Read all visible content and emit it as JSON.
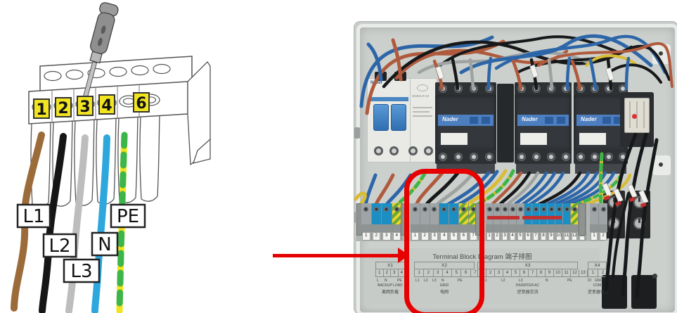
{
  "annotation": {
    "color": "#e60000"
  },
  "left_diagram": {
    "terminal_tags": [
      "1",
      "2",
      "3",
      "4",
      "6"
    ],
    "wire_labels": [
      "L1",
      "L2",
      "L3",
      "N",
      "PE"
    ],
    "wire_colors": {
      "l1": "#9c6b3a",
      "l2": "#161616",
      "l3": "#bdbdbd",
      "n": "#2ea7dd",
      "pe_yellow": "#f2e41c",
      "pe_green": "#3cb54b"
    }
  },
  "photo": {
    "panel": {
      "brand": "Nader",
      "breaker_model": "NDB2LR-63"
    },
    "contactors": [
      {
        "brand": "Nader"
      },
      {
        "brand": "Nader"
      },
      {
        "brand": "Nader"
      }
    ],
    "label_plate": {
      "title_en": "Terminal Block Diagram",
      "title_cn": "端子排图",
      "groups": [
        {
          "id": "X1",
          "numbers": [
            "1",
            "2",
            "3",
            "4"
          ],
          "signals": [
            "L",
            "N",
            "PE"
          ],
          "name_en": "BACKUP LOAD",
          "name_cn": "离网负载"
        },
        {
          "id": "X2",
          "numbers": [
            "1",
            "2",
            "3",
            "4",
            "5",
            "6",
            "7"
          ],
          "signals": [
            "L1",
            "L2",
            "L3",
            "N",
            "PE"
          ],
          "name_en": "GRID",
          "name_cn": "电网"
        },
        {
          "id": "X3",
          "numbers": [
            "1",
            "2",
            "3",
            "4",
            "5",
            "6",
            "7",
            "8",
            "9",
            "10",
            "11",
            "12",
            "13"
          ],
          "signals": [
            "L1",
            "L2",
            "L3",
            "N",
            "PE"
          ],
          "name_en": "INVERTER AC",
          "name_cn": "逆变器交流"
        },
        {
          "id": "X4",
          "numbers": [
            "1",
            "2"
          ],
          "signals": [
            "DI",
            "GND"
          ],
          "name_en": "COM",
          "name_cn": "逆变器信号"
        }
      ]
    }
  }
}
